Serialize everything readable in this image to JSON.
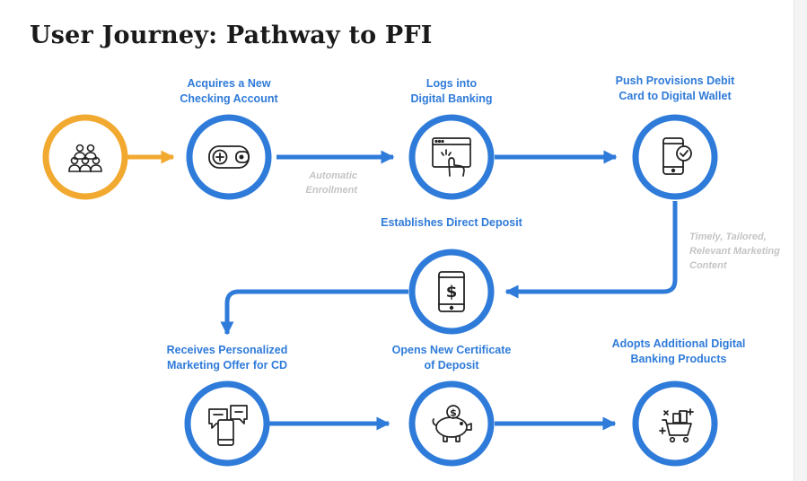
{
  "title": "User Journey: Pathway to PFI",
  "colors": {
    "accent": "#2f7bd9",
    "start": "#f2a930",
    "note": "#c4c4c4"
  },
  "steps": [
    {
      "icon": "people-group-icon",
      "label": []
    },
    {
      "icon": "wallet-icon",
      "label": [
        "Acquires a New",
        "Checking Account"
      ]
    },
    {
      "icon": "browser-click-icon",
      "label": [
        "Logs into",
        "Digital Banking"
      ]
    },
    {
      "icon": "phone-check-icon",
      "label": [
        "Push Provisions Debit",
        "Card to Digital Wallet"
      ]
    },
    {
      "icon": "tablet-dollar-icon",
      "label": [
        "Establishes Direct Deposit"
      ]
    },
    {
      "icon": "chat-phone-icon",
      "label": [
        "Receives Personalized",
        "Marketing Offer for CD"
      ]
    },
    {
      "icon": "piggy-bank-icon",
      "label": [
        "Opens New Certificate",
        "of Deposit"
      ]
    },
    {
      "icon": "shopping-cart-icon",
      "label": [
        "Adopts Additional Digital",
        "Banking Products"
      ]
    }
  ],
  "notes": {
    "enrollment": [
      "Automatic",
      "Enrollment"
    ],
    "marketing": [
      "Timely, Tailored,",
      "Relevant Marketing",
      "Content"
    ]
  }
}
